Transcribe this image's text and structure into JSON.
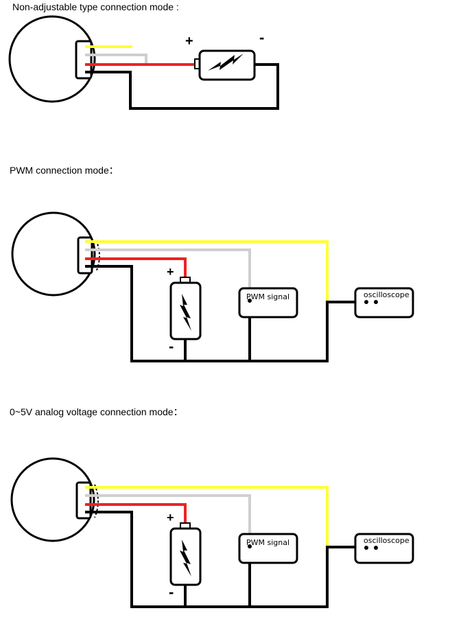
{
  "sections": [
    {
      "title": "Non-adjustable type connection mode  :",
      "plus": "+",
      "minus": "-"
    },
    {
      "title": "PWM connection mode：",
      "plus": "+",
      "minus": "-",
      "pwm_box": "PWM signal",
      "scope_box": "oscilloscope"
    },
    {
      "title": "0~5V analog voltage connection mode：",
      "plus": "+",
      "minus": "-",
      "pwm_box": "PWM signal",
      "scope_box": "oscilloscope"
    }
  ],
  "wire_colors": {
    "yellow": "#ffff33",
    "gray": "#cfcfcf",
    "red": "#ee2222",
    "black": "#000000"
  }
}
